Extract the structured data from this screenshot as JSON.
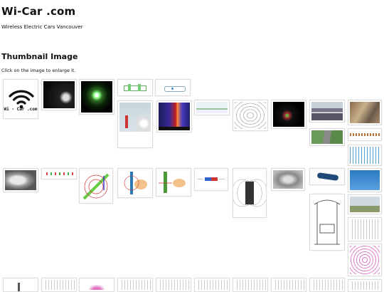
{
  "site": {
    "title": "Wi-Car .com",
    "subtitle": "Wireless Electric Cars Vancouver"
  },
  "section": {
    "heading": "Thumbnail Image",
    "instruction": "Click on the image to enlarge it."
  },
  "logo_caption": "Wi - Car .com",
  "colors": {
    "background": "#ffffff",
    "text": "#111111",
    "card_border": "#dddddd"
  }
}
